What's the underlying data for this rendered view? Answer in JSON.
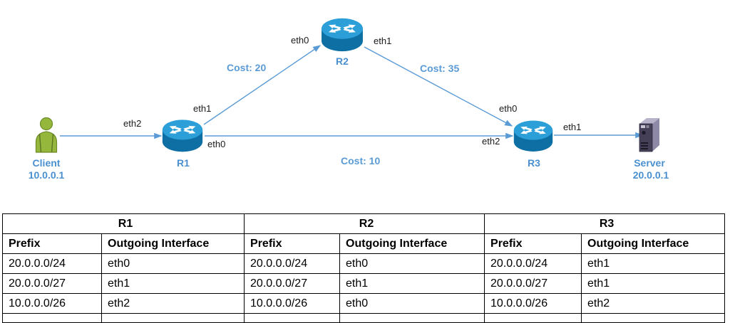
{
  "diagram": {
    "client": {
      "name": "Client",
      "ip": "10.0.0.1"
    },
    "server": {
      "name": "Server",
      "ip": "20.0.0.1"
    },
    "routers": {
      "r1": "R1",
      "r2": "R2",
      "r3": "R3"
    },
    "interfaces": {
      "client_link_eth2": "eth2",
      "r1_eth1": "eth1",
      "r1_eth0": "eth0",
      "r2_eth0": "eth0",
      "r2_eth1": "eth1",
      "r3_eth0": "eth0",
      "r3_eth2": "eth2",
      "r3_eth1": "eth1"
    },
    "costs": {
      "r1_r2": "Cost: 20",
      "r2_r3": "Cost: 35",
      "r1_r3": "Cost: 10"
    },
    "colors": {
      "link_blue": "#5b9bd5",
      "label_blue": "#4a90d0",
      "router_top": "#2c9fd8",
      "router_side": "#0d6fa3",
      "client_green": "#94b73c",
      "server_purple": "#453f58",
      "table_title_red": "#c00000"
    }
  },
  "routing_tables": {
    "sections": [
      {
        "title": "R1",
        "headers": [
          "Prefix",
          "Outgoing Interface"
        ],
        "rows": [
          [
            "20.0.0.0/24",
            "eth0"
          ],
          [
            "20.0.0.0/27",
            "eth1"
          ],
          [
            "10.0.0.0/26",
            "eth2"
          ]
        ]
      },
      {
        "title": "R2",
        "headers": [
          "Prefix",
          "Outgoing Interface"
        ],
        "rows": [
          [
            "20.0.0.0/24",
            "eth0"
          ],
          [
            "20.0.0.0/27",
            "eth1"
          ],
          [
            "10.0.0.0/26",
            "eth0"
          ]
        ]
      },
      {
        "title": "R3",
        "headers": [
          "Prefix",
          "Outgoing Interface"
        ],
        "rows": [
          [
            "20.0.0.0/24",
            "eth1"
          ],
          [
            "20.0.0.0/27",
            "eth1"
          ],
          [
            "10.0.0.0/26",
            "eth2"
          ]
        ]
      }
    ]
  }
}
